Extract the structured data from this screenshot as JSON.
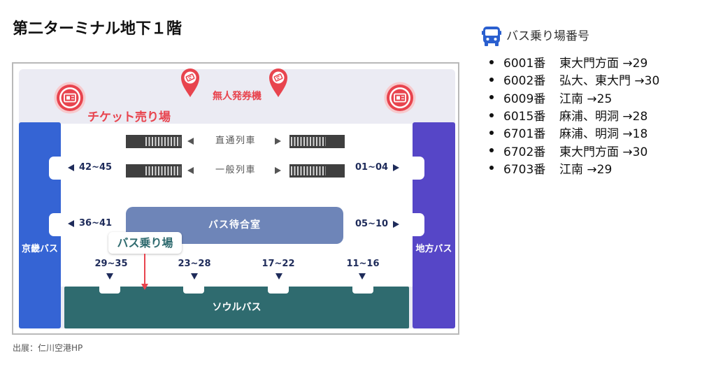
{
  "page": {
    "title": "第二ターミナル地下１階",
    "source_note": "出展：仁川空港HP"
  },
  "map": {
    "ticket_machine_label": "無人発券機",
    "ticket_counter_label": "チケット売り場",
    "left_bus_label": "京畿バス",
    "right_bus_label": "地方バス",
    "trains": [
      "直通列車",
      "一般列車"
    ],
    "left_gates": [
      "42~45",
      "36~41"
    ],
    "right_gates": [
      "01~04",
      "05~10"
    ],
    "waiting_room_label": "バス待合室",
    "bottom_gates": [
      "29~35",
      "23~28",
      "17~22",
      "11~16"
    ],
    "seoul_bus_label": "ソウルバス",
    "callout_label": "バス乗り場",
    "icons": {
      "ticket_machine": "map-pin-ticket-icon",
      "ticket_counter": "ticket-counter-icon",
      "train": "train-icon"
    }
  },
  "bus_list": {
    "icon": "bus-icon",
    "heading": "バス乗り場番号",
    "items": [
      {
        "number": "6001番",
        "destination": "東大門方面 →29"
      },
      {
        "number": "6002番",
        "destination": "弘大、東大門 →30"
      },
      {
        "number": "6009番",
        "destination": "江南 →25"
      },
      {
        "number": "6015番",
        "destination": "麻浦、明洞 →28"
      },
      {
        "number": "6701番",
        "destination": "麻浦、明洞 →18"
      },
      {
        "number": "6702番",
        "destination": "東大門方面 →30"
      },
      {
        "number": "6703番",
        "destination": "江南 →29"
      }
    ]
  },
  "colors": {
    "map_background": "#ebebf3",
    "red": "#e8444e",
    "gyeonggi_bus": "#3564d4",
    "regional_bus": "#5646c7",
    "seoul_bus": "#2f6b6f",
    "waiting_room": "#6e85b8",
    "navy": "#1e2b5a",
    "bus_icon": "#2a5fcf"
  }
}
